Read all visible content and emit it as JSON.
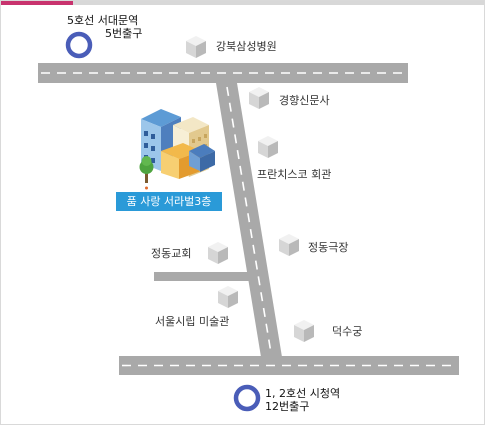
{
  "stations": {
    "north": {
      "line1": "5호선 서대문역",
      "line2": "5번출구",
      "ring_color": "#4a5db8"
    },
    "south": {
      "line1": "1, 2호선 시청역",
      "line2": "12번출구",
      "ring_color": "#4a5db8"
    }
  },
  "destination": {
    "label": "품 사랑 서라벌3층",
    "banner_color": "#2a9ad8"
  },
  "landmarks": {
    "gangbuk_hospital": "강북삼성병원",
    "kyunghyang": "경향신문사",
    "francisco": "프란치스코 회관",
    "jeongdong_theater": "정동극장",
    "jeongdong_church": "정동교회",
    "seoul_museum": "서울시립 미술관",
    "deoksugung": "덕수궁"
  },
  "colors": {
    "road": "#a9a9a9",
    "road_marking": "#ffffff",
    "accent_bar": "#c8336e",
    "landmark_box": "#cccccc"
  }
}
